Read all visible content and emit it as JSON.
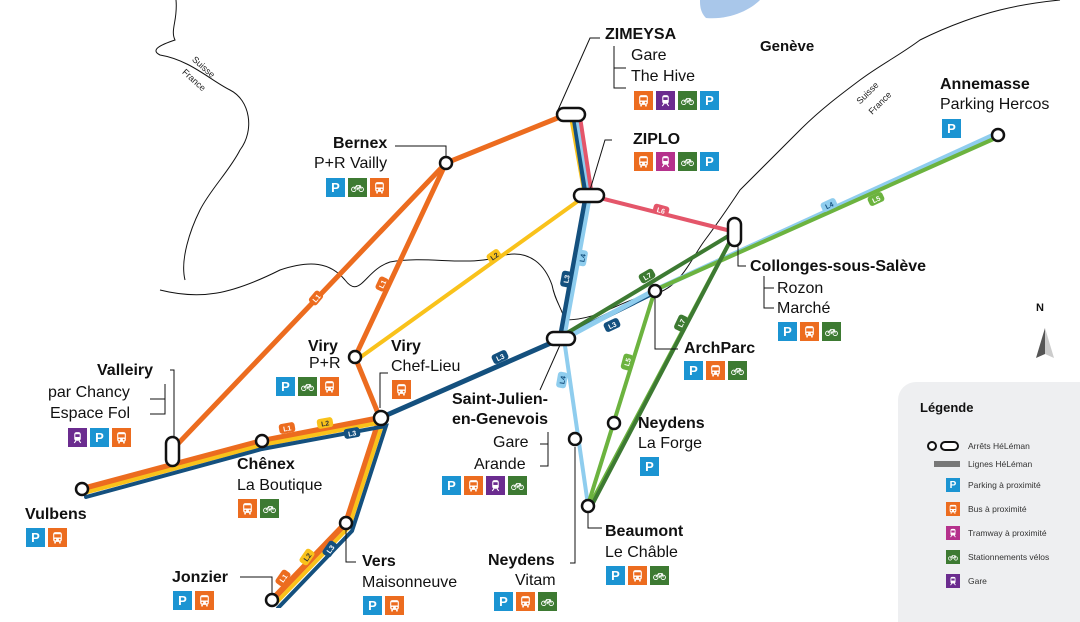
{
  "colors": {
    "L1": "#ec6c1f",
    "L2": "#f9c21b",
    "L3": "#14507e",
    "L4": "#8fcdee",
    "L5": "#6cb33f",
    "L6": "#e4566a",
    "L7": "#3d7a32",
    "parking": "#1b94d2",
    "bus": "#ec6c1f",
    "tram": "#b5318c",
    "velo": "#3d7a32",
    "gare": "#6b2c8f",
    "lake": "#a9c7ea",
    "legend_bg": "#eeeff1"
  },
  "map": {
    "city_label": "Genève",
    "border_labels": [
      {
        "top": "Suisse",
        "bottom": "France"
      },
      {
        "top": "Suisse",
        "bottom": "France"
      }
    ],
    "north_label": "N",
    "line_labels": [
      "L1",
      "L2",
      "L3",
      "L4",
      "L5",
      "L6",
      "L7"
    ]
  },
  "stations": {
    "zimeysa": {
      "name": "ZIMEYSA",
      "subs": [
        "Gare",
        "The Hive"
      ],
      "icons": [
        "bus",
        "gare",
        "velo",
        "parking"
      ]
    },
    "ziplo": {
      "name": "ZIPLO",
      "icons": [
        "bus",
        "tram",
        "velo",
        "parking"
      ]
    },
    "bernex": {
      "name": "Bernex",
      "sub": "P+R Vailly",
      "icons": [
        "parking",
        "velo",
        "bus"
      ]
    },
    "annemasse": {
      "name": "Annemasse",
      "sub": "Parking Hercos",
      "icons": [
        "parking"
      ]
    },
    "collonges": {
      "name": "Collonges-sous-Salève",
      "subs": [
        "Rozon",
        "Marché"
      ],
      "icons": [
        "parking",
        "bus",
        "velo"
      ]
    },
    "archparc": {
      "name": "ArchParc",
      "icons": [
        "parking",
        "bus",
        "velo"
      ]
    },
    "valleiry": {
      "name": "Valleiry",
      "subs": [
        "par Chancy",
        "Espace Fol"
      ],
      "icons": [
        "gare",
        "parking",
        "bus"
      ]
    },
    "viry_pr": {
      "name": "Viry",
      "sub": "P+R",
      "icons": [
        "parking",
        "velo",
        "bus"
      ]
    },
    "viry_cl": {
      "name": "Viry",
      "sub": "Chef-Lieu",
      "icons": [
        "bus"
      ]
    },
    "saint_julien": {
      "name1": "Saint-Julien-",
      "name2": "en-Genevois",
      "subs": [
        "Gare",
        "Arande"
      ],
      "icons": [
        "parking",
        "bus",
        "gare",
        "velo"
      ]
    },
    "neydens_forge": {
      "name": "Neydens",
      "sub": "La Forge",
      "icons": [
        "parking"
      ]
    },
    "chenex": {
      "name": "Chênex",
      "sub": "La Boutique",
      "icons": [
        "bus",
        "velo"
      ]
    },
    "vulbens": {
      "name": "Vulbens",
      "icons": [
        "parking",
        "bus"
      ]
    },
    "beaumont": {
      "name": "Beaumont",
      "sub": "Le Châble",
      "icons": [
        "parking",
        "bus",
        "velo"
      ]
    },
    "neydens_vitam": {
      "name": "Neydens",
      "sub": "Vitam",
      "icons": [
        "parking",
        "bus",
        "velo"
      ]
    },
    "jonzier": {
      "name": "Jonzier",
      "icons": [
        "parking",
        "bus"
      ]
    },
    "vers": {
      "name": "Vers",
      "sub": "Maisonneuve",
      "icons": [
        "parking",
        "bus"
      ]
    }
  },
  "legend": {
    "title": "Légende",
    "items": [
      {
        "symbol": "stop",
        "label": "Arrêts HéLéman"
      },
      {
        "symbol": "line",
        "label": "Lignes HéLéman"
      },
      {
        "symbol": "parking",
        "label": "Parking à proximité"
      },
      {
        "symbol": "bus",
        "label": "Bus à proximité"
      },
      {
        "symbol": "tram",
        "label": "Tramway à proximité"
      },
      {
        "symbol": "velo",
        "label": "Stationnements vélos"
      },
      {
        "symbol": "gare",
        "label": "Gare"
      }
    ]
  }
}
